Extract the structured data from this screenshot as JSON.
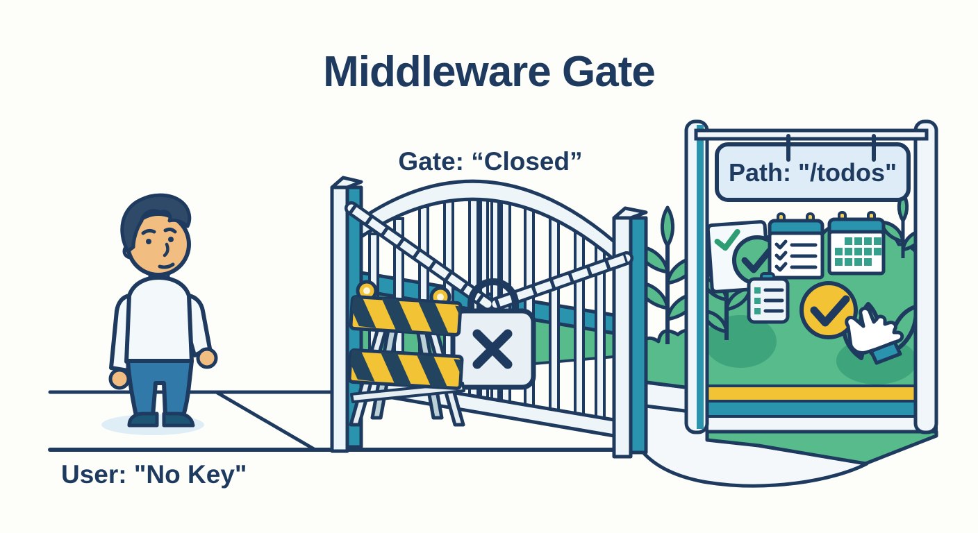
{
  "title": "Middleware Gate",
  "gate": {
    "label": "Gate: “Closed”",
    "state": "Closed"
  },
  "user": {
    "label": "User: \"No Key\"",
    "key": "No Key"
  },
  "path_sign": {
    "label": "Path: \"/todos\"",
    "path": "/todos"
  },
  "colors": {
    "outline_navy": "#1e3a5f",
    "teal": "#2a93ae",
    "green": "#58bb8c",
    "green_dark": "#38a078",
    "yellow": "#f2c335",
    "panel_light": "#edf4f8",
    "sign_background": "#ddecf6",
    "skin": "#f2bd80",
    "jeans_blue": "#3079a8",
    "background": "#fdfdfa"
  },
  "icons": [
    "chain-icon",
    "padlock-x-icon",
    "barricade-icon",
    "document-check-icon",
    "calendar-checklist-icon",
    "calendar-grid-icon",
    "clipboard-list-icon",
    "check-circle-icon",
    "cursor-hand-icon",
    "plant-sprig-icon"
  ]
}
